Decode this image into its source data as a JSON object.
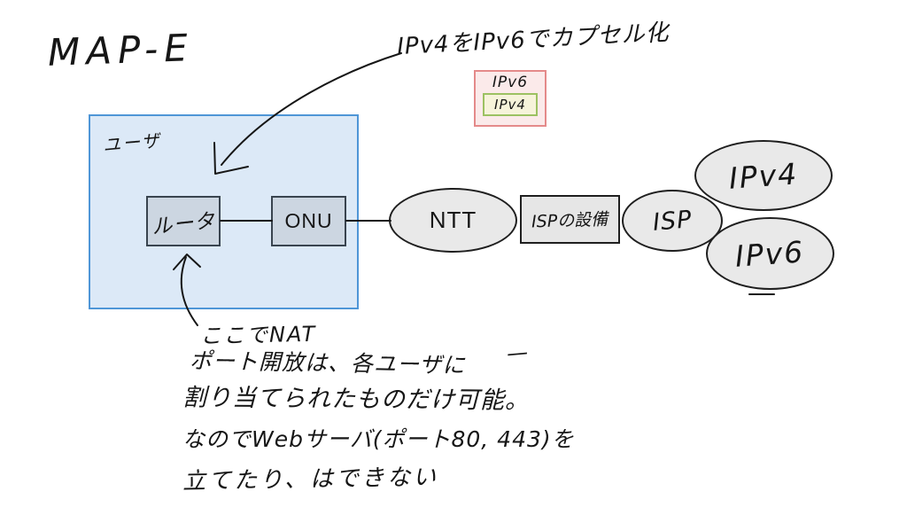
{
  "title": "MAP-E",
  "annotation": {
    "caption": "IPv4をIPv6でカプセル化"
  },
  "packet": {
    "outer_label": "IPv6",
    "inner_label": "IPv4",
    "outer_border_color": "#e48a8a",
    "outer_fill_color": "#fbeaea",
    "inner_border_color": "#9cc162",
    "inner_fill_color": "#f6f3da"
  },
  "user_area": {
    "label": "ユーザ",
    "border_color": "#4f96d7",
    "fill_color": "#dce9f7",
    "router_label": "ルータ",
    "onu_label": "ONU",
    "device_fill_color": "#ccd6e1",
    "device_border_color": "#39444f"
  },
  "network": {
    "ntt_label": "NTT",
    "isp_equipment_label": "ISPの設備",
    "isp_label": "ISP",
    "ipv4_label": "IPv4",
    "ipv6_label": "IPv6",
    "node_fill_color": "#e9e9e9",
    "node_border_color": "#1f1f1f"
  },
  "notes": {
    "nat": "ここでNAT",
    "line1": "ポート開放は、各ユーザに",
    "line2": "割り当てられたものだけ可能。",
    "line3": "なのでWebサーバ(ポート80, 443)を",
    "line4": "立てたり、はできない",
    "dash": "—"
  },
  "ink_color": "#161616"
}
